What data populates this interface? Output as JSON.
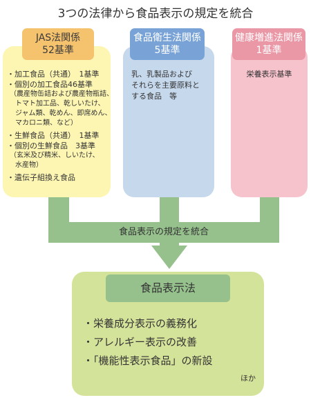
{
  "title": "3つの法律から食品表示の規定を統合",
  "jas": {
    "name": "JAS法関係",
    "count": "52基準",
    "items": [
      "・加工食品（共通）　1基準",
      "・個別の加工食品46基準",
      "（農産物缶詰および農産物瓶詰、",
      "トマト加工品、乾しいたけ、",
      "ジャム類、乾めん、即席めん、",
      "マカロニ類、など）",
      "・生鮮食品（共通）　1基準",
      "・個別の生鮮食品　3基準",
      "（玄米及び精米、しいたけ、",
      "水産物）",
      "・遺伝子組換え食品"
    ]
  },
  "food_sanitation": {
    "name": "食品衛生法関係",
    "count": "5基準",
    "text_lines": [
      "乳、乳製品および",
      "それらを主要原料と",
      "する食品　等"
    ]
  },
  "health_promotion": {
    "name": "健康増進法関係",
    "count": "1基準",
    "text": "栄養表示基準"
  },
  "merge_label": "食品表示の規定を統合",
  "result": {
    "name": "食品表示法",
    "items": [
      "・栄養成分表示の義務化",
      "・アレルギー表示の改善",
      "・「機能性表示食品」の新設"
    ],
    "etc": "ほか"
  },
  "colors": {
    "jas_box": "#fdf6b3",
    "jas_header": "#f5c26e",
    "food_box": "#c6d8ec",
    "food_header": "#79a3d6",
    "health_box": "#f6c2cb",
    "health_header": "#ea97a6",
    "arrow": "#96c18d",
    "result_box": "#d4e39a"
  }
}
